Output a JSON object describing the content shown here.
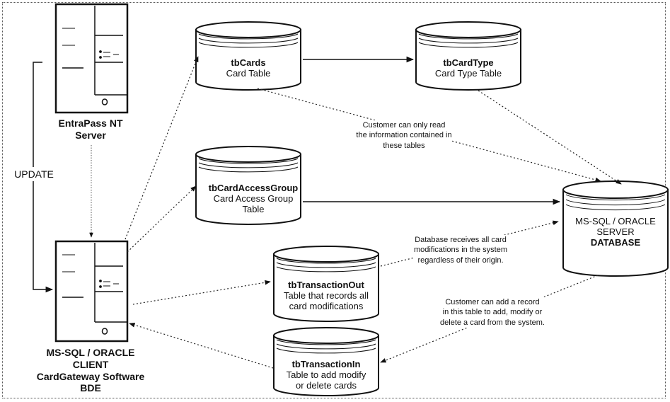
{
  "servers": {
    "entrapass": {
      "line1": "EntraPass NT",
      "line2": "Server"
    },
    "client": {
      "line1": "MS-SQL / ORACLE",
      "line2": "CLIENT",
      "line3": "CardGateway Software",
      "line4": "BDE"
    }
  },
  "update_label": "UPDATE",
  "tables": {
    "tbCards": {
      "name": "tbCards",
      "desc1": "Card Table"
    },
    "tbCardType": {
      "name": "tbCardType",
      "desc1": "Card Type Table"
    },
    "tbCardAccessGroup": {
      "name": "tbCardAccessGroup",
      "desc1": "Card Access Group",
      "desc2": "Table"
    },
    "tbTransactionOut": {
      "name": "tbTransactionOut",
      "desc1": "Table that records all",
      "desc2": "card modifications"
    },
    "tbTransactionIn": {
      "name": "tbTransactionIn",
      "desc1": "Table to add  modify",
      "desc2": "or delete cards"
    }
  },
  "database": {
    "line1": "MS-SQL / ORACLE",
    "line2": "SERVER",
    "line3": "DATABASE"
  },
  "notes": {
    "read_only": [
      "Customer can only read",
      "the information contained in",
      "these tables"
    ],
    "receives": [
      "Database receives all card",
      "modifications in the system",
      "regardless of their origin."
    ],
    "add_record": [
      "Customer can add a record",
      "in this table to add, modify or",
      "delete a card from the system."
    ]
  },
  "colors": {
    "line": "#111111",
    "frame": "#555555",
    "background": "#ffffff"
  }
}
